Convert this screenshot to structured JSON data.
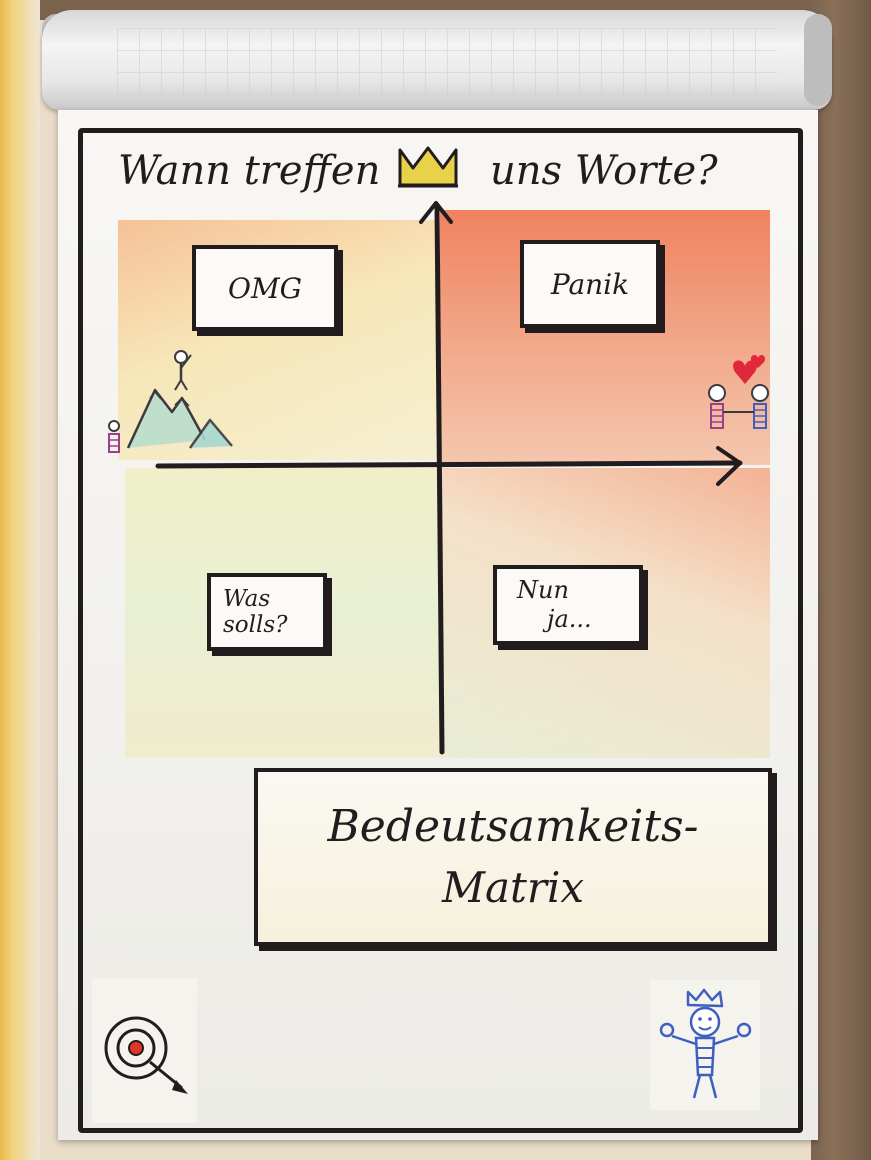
{
  "title": {
    "part1": "Wann treffen",
    "part2": "uns Worte?",
    "crown_icon": "crown-icon"
  },
  "quadrants": {
    "top_left": "OMG",
    "top_right": "Panik",
    "bottom_left": [
      "Was",
      "solls?"
    ],
    "bottom_right": [
      "Nun",
      "ja..."
    ]
  },
  "matrix_label": {
    "line1": "Bedeutsamkeits-",
    "line2": "Matrix"
  },
  "colors": {
    "ink": "#231c1e",
    "crown": "#e8d24a",
    "hot": "#ee6e46",
    "warm": "#f6c27a",
    "calm": "#dfeebe",
    "target_center": "#e0372a",
    "heart": "#e0283a",
    "doodle_blue": "#3f5fc0"
  },
  "icons": [
    "crown-icon",
    "mountain-climber-icon",
    "couple-hearts-icon",
    "target-icon",
    "king-figure-icon",
    "arrow-up-icon",
    "arrow-right-icon"
  ]
}
